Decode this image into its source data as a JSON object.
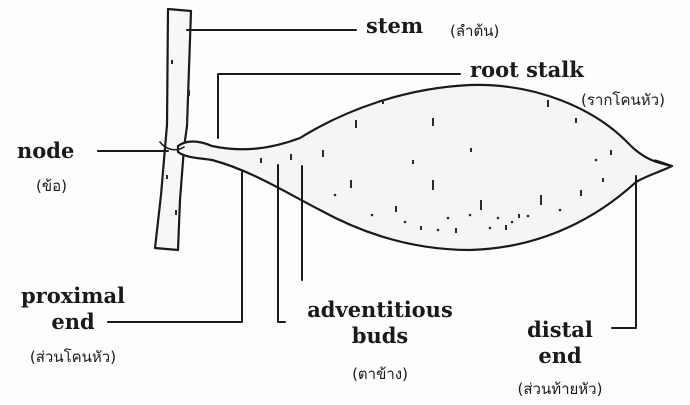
{
  "labels": {
    "stem": {
      "en": "stem",
      "th": "(ลำต้น)"
    },
    "root_stalk": {
      "en": "root stalk",
      "th": "(รากโคนหัว)"
    },
    "node": {
      "en": "node",
      "th": "(ข้อ)"
    },
    "proximal_end": {
      "en_line1": "proximal",
      "en_line2": "end",
      "th": "(ส่วนโคนหัว)"
    },
    "adventitious_buds": {
      "en_line1": "adventitious",
      "en_line2": "buds",
      "th": "(ตาข้าง)"
    },
    "distal_end": {
      "en_line1": "distal",
      "en_line2": "end",
      "th": "(ส่วนท้ายหัว)"
    }
  },
  "colors": {
    "ink": "#1a1a1a",
    "tuber_fill": "#f4f6f4",
    "background": "#fdfdfd"
  }
}
